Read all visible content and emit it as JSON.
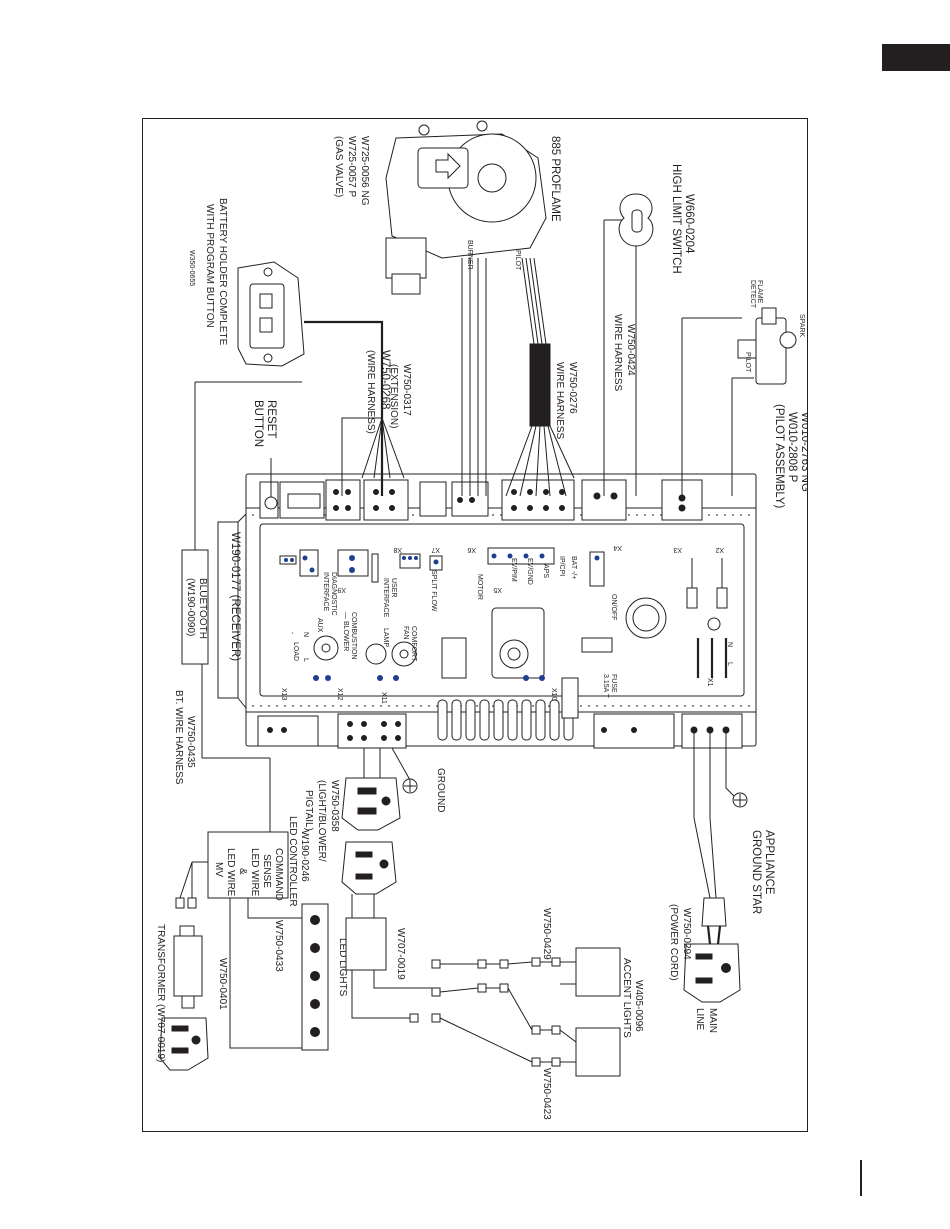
{
  "colors": {
    "ink": "#231f20",
    "terminal_blue": "#1f3f8f",
    "paper": "#ffffff"
  },
  "components": {
    "proflame": "885 PROFLAME",
    "gas_valve": [
      "W725-0056 NG",
      "W725-0057 P",
      "(GAS VALVE)"
    ],
    "burner_tag": "BURNER",
    "pilot_tag": "PILOT",
    "high_limit": [
      "W660-0204",
      "HIGH LIMIT SWITCH"
    ],
    "harness_0424": [
      "W750-0424",
      "WIRE HARNESS"
    ],
    "pilot_assembly": [
      "W010-2763 NG",
      "W010-2808 P",
      "(PILOT ASSEMBLY)"
    ],
    "spark": "SPARK",
    "flame_detect": [
      "FLAME",
      "DETECT"
    ],
    "pilot_small": "PILOT",
    "harness_0276": [
      "W750-0276",
      "WIRE HARNESS"
    ],
    "extension_0317": [
      "W750-0317",
      "(EXTENSION)"
    ],
    "harness_0268": [
      "W750-0268",
      "(WIRE HARNESS)"
    ],
    "battery_holder": [
      "BATTERY HOLDER COMPLETE",
      "WITH PROGRAM BUTTON",
      "W350-0655"
    ],
    "reset_button": [
      "RESET",
      "BUTTON"
    ],
    "receiver": "W190-0177 (RECEIVER)",
    "bluetooth": [
      "BLUETOOTH",
      "(W190-0090)"
    ],
    "bt_harness": [
      "W750-0435",
      "BT. WIRE HARNESS"
    ],
    "ground": "GROUND",
    "pigtail": [
      "W750-0358",
      "(LIGHT/BLOWER/",
      "PIGTAIL)"
    ],
    "led_controller": [
      "W190-0246",
      "LED CONTROLLER",
      "COMMAND",
      "SENSE",
      "LED WIRE",
      "&",
      "LED WIRE",
      "MV"
    ],
    "harness_0433": "W750-0433",
    "led_lights": "LED LIGHTS",
    "harness_0401": "W750-0401",
    "transformer": "TRANSFORMER (W707-0019)",
    "splitter_0019": "W707-0019",
    "harness_0429": "W750-0429",
    "accent_lights": [
      "W405-0096",
      "ACCENT LIGHTS"
    ],
    "harness_0423": "W750-0423",
    "power_cord": [
      "W750-0294",
      "(POWER CORD)"
    ],
    "appliance_ground": [
      "APPLIANCE",
      "GROUND STAR"
    ],
    "main_line": [
      "MAIN",
      "LINE"
    ]
  },
  "board": {
    "x2": "X2",
    "x3": "X3",
    "x4": "X4",
    "x5": "X5",
    "x6": "X6",
    "x7": "X7",
    "x8": "X8",
    "x9": "X9",
    "x10": "X10",
    "x11": "X11",
    "x12": "X12",
    "x13": "X13",
    "x1": "X1",
    "onoff": "ON/OFF",
    "bat": "BAT -/+",
    "ipcpi": "IP/CPI",
    "aps": "APS",
    "evgnd": "EV/GND",
    "evpim": "EV/PIM",
    "motor": "MOTOR",
    "split_flow": "SPLIT FLOW",
    "fuse": [
      "FUSE",
      "3.15A T"
    ],
    "user_interface": [
      "USER",
      "INTERFACE"
    ],
    "diagnostic_interface": [
      "DIAGNOSTIC",
      "INTERFACE"
    ],
    "comfort_fan": [
      "COMFORT",
      "FAN"
    ],
    "lamp": "LAMP",
    "combustion_blower": [
      "COMBUSTION",
      "— BLOWER"
    ],
    "aux": "AUX",
    "load": "LOAD",
    "l": "L",
    "n": "N",
    "minus": "-"
  }
}
